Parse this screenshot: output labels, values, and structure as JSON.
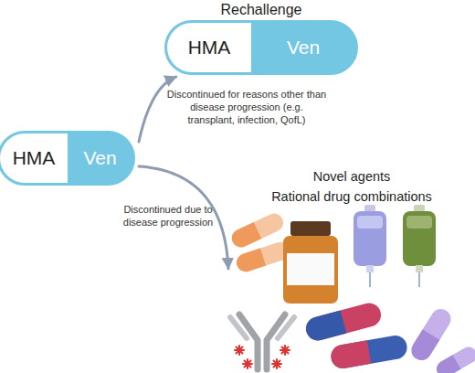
{
  "diagram": {
    "nodes": [
      {
        "text": [
          "HMA",
          "Ven"
        ]
      },
      {
        "text": [
          "Rechallenge",
          "HMA",
          "Ven"
        ]
      },
      {
        "text": [
          "Novel agents",
          "Rational drug combinations"
        ]
      }
    ],
    "edges": [
      {
        "from": 0,
        "to": 1,
        "arrow": "to",
        "label": "Discontinued for reasons other than disease progression (e.g. transplant, infection, QofL)"
      },
      {
        "from": 0,
        "to": 2,
        "arrow": "to",
        "label": "Discontinued due to disease progression"
      }
    ]
  }
}
